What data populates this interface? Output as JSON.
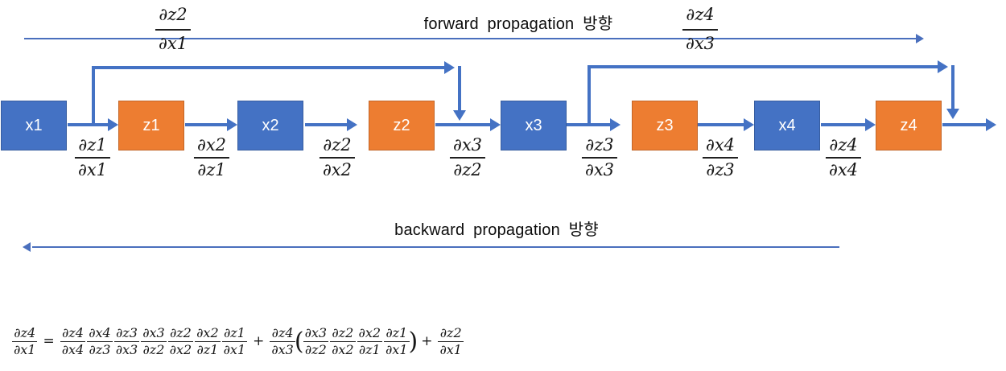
{
  "titles": {
    "forward": "forward propagation 방향",
    "backward": "backward propagation 방향"
  },
  "colors": {
    "node_blue": "#4472c4",
    "node_orange": "#ed7d31",
    "arrow_blue": "#4472c4",
    "thin_line_blue": "#4a6fbd",
    "text": "#171717"
  },
  "nodes": [
    {
      "label": "x1",
      "kind": "blue"
    },
    {
      "label": "z1",
      "kind": "orange"
    },
    {
      "label": "x2",
      "kind": "blue"
    },
    {
      "label": "z2",
      "kind": "orange"
    },
    {
      "label": "x3",
      "kind": "blue"
    },
    {
      "label": "z3",
      "kind": "orange"
    },
    {
      "label": "x4",
      "kind": "blue"
    },
    {
      "label": "z4",
      "kind": "orange"
    }
  ],
  "top_fractions": [
    {
      "num": "∂z2",
      "den": "∂x1"
    },
    {
      "num": "∂z4",
      "den": "∂x3"
    }
  ],
  "edge_fractions": [
    {
      "num": "∂z1",
      "den": "∂x1"
    },
    {
      "num": "∂x2",
      "den": "∂z1"
    },
    {
      "num": "∂z2",
      "den": "∂x2"
    },
    {
      "num": "∂x3",
      "den": "∂z2"
    },
    {
      "num": "∂z3",
      "den": "∂x3"
    },
    {
      "num": "∂x4",
      "den": "∂z3"
    },
    {
      "num": "∂z4",
      "den": "∂x4"
    }
  ],
  "equation": {
    "tokens": [
      {
        "type": "frac",
        "num": "∂z4",
        "den": "∂x1"
      },
      {
        "type": "op",
        "text": "="
      },
      {
        "type": "frac",
        "num": "∂z4",
        "den": "∂x4"
      },
      {
        "type": "frac",
        "num": "∂x4",
        "den": "∂z3"
      },
      {
        "type": "frac",
        "num": "∂z3",
        "den": "∂x3"
      },
      {
        "type": "frac",
        "num": "∂x3",
        "den": "∂z2"
      },
      {
        "type": "frac",
        "num": "∂z2",
        "den": "∂x2"
      },
      {
        "type": "frac",
        "num": "∂x2",
        "den": "∂z1"
      },
      {
        "type": "frac",
        "num": "∂z1",
        "den": "∂x1"
      },
      {
        "type": "op",
        "text": "+"
      },
      {
        "type": "frac",
        "num": "∂z4",
        "den": "∂x3"
      },
      {
        "type": "paren",
        "text": "("
      },
      {
        "type": "frac",
        "num": "∂x3",
        "den": "∂z2"
      },
      {
        "type": "frac",
        "num": "∂z2",
        "den": "∂x2"
      },
      {
        "type": "frac",
        "num": "∂x2",
        "den": "∂z1"
      },
      {
        "type": "frac",
        "num": "∂z1",
        "den": "∂x1"
      },
      {
        "type": "paren",
        "text": ")"
      },
      {
        "type": "op",
        "text": "+"
      },
      {
        "type": "frac",
        "num": "∂z2",
        "den": "∂x1"
      }
    ]
  }
}
